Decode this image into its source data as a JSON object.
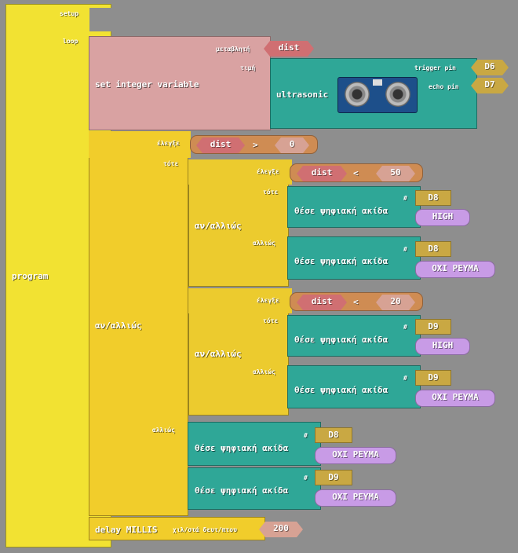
{
  "program": {
    "label": "program",
    "setup_label": "setup",
    "loop_label": "loop"
  },
  "set_var": {
    "label": "set integer variable",
    "var_label": "μεταβλητή",
    "var_name": "dist",
    "value_label": "τιμή"
  },
  "ultrasonic": {
    "label": "ultrasonic",
    "trigger_label": "trigger pin",
    "trigger_value": "D6",
    "echo_label": "echo pin",
    "echo_value": "D7"
  },
  "ifelse_main": {
    "label": "αν/αλλιώς",
    "cond_label": "έλεγξε",
    "then_label": "τότε",
    "else_label": "αλλιώς",
    "cond": {
      "left": "dist",
      "op": ">",
      "right": "0"
    }
  },
  "ifelse_1": {
    "label": "αν/αλλιώς",
    "cond_label": "έλεγξε",
    "then_label": "τότε",
    "else_label": "αλλιώς",
    "cond": {
      "left": "dist",
      "op": "<",
      "right": "50"
    },
    "then_action": {
      "label": "θέσε ψηφιακή ακίδα",
      "hash": "#",
      "pin": "D8",
      "value": "HIGH"
    },
    "else_action": {
      "label": "θέσε ψηφιακή ακίδα",
      "hash": "#",
      "pin": "D8",
      "value": "ΟΧΙ ΡΕΥΜΑ"
    }
  },
  "ifelse_2": {
    "label": "αν/αλλιώς",
    "cond_label": "έλεγξε",
    "then_label": "τότε",
    "else_label": "αλλιώς",
    "cond": {
      "left": "dist",
      "op": "<",
      "right": "20"
    },
    "then_action": {
      "label": "θέσε ψηφιακή ακίδα",
      "hash": "#",
      "pin": "D9",
      "value": "HIGH"
    },
    "else_action": {
      "label": "θέσε ψηφιακή ακίδα",
      "hash": "#",
      "pin": "D9",
      "value": "ΟΧΙ ΡΕΥΜΑ"
    }
  },
  "else_actions": [
    {
      "label": "θέσε ψηφιακή ακίδα",
      "hash": "#",
      "pin": "D8",
      "value": "ΟΧΙ ΡΕΥΜΑ"
    },
    {
      "label": "θέσε ψηφιακή ακίδα",
      "hash": "#",
      "pin": "D9",
      "value": "ΟΧΙ ΡΕΥΜΑ"
    }
  ],
  "delay": {
    "label": "delay MILLIS",
    "unit_label": "χιλ/στά δευτ/πτου",
    "value": "200"
  }
}
